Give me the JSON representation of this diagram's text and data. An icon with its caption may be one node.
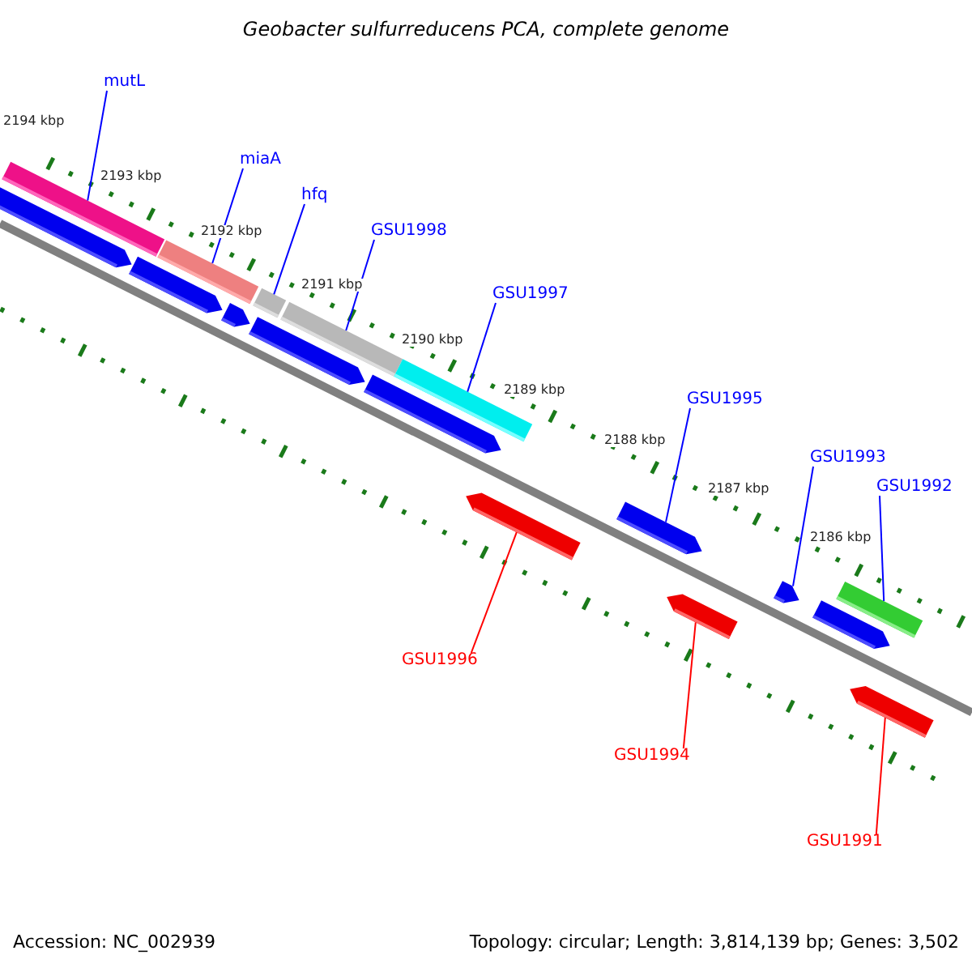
{
  "diagram": {
    "title": "Geobacter sulfurreducens PCA, complete genome",
    "nodes": [
      {
        "text": [
          "mutL"
        ]
      },
      {
        "text": [],
        "shape": "bar"
      },
      {
        "text": [
          "miaA"
        ]
      },
      {
        "text": [],
        "shape": "bar"
      },
      {
        "text": [
          "hfq"
        ]
      },
      {
        "text": [],
        "shape": "bar"
      },
      {
        "text": [
          "GSU1998"
        ]
      },
      {
        "text": [],
        "shape": "bar"
      },
      {
        "text": [
          "GSU1997"
        ]
      },
      {
        "text": [],
        "shape": "bar"
      },
      {
        "text": [
          "GSU1996"
        ]
      },
      {
        "text": [],
        "shape": "bar"
      },
      {
        "text": [
          "GSU1995"
        ]
      },
      {
        "text": [],
        "shape": "bar"
      },
      {
        "text": [
          "GSU1993"
        ]
      },
      {
        "text": [],
        "shape": "bar"
      },
      {
        "text": [
          "GSU1992"
        ]
      },
      {
        "text": [],
        "shape": "bar"
      },
      {
        "text": [
          "GSU1994"
        ]
      },
      {
        "text": [],
        "shape": "bar"
      },
      {
        "text": [
          "GSU1991"
        ]
      },
      {
        "text": [],
        "shape": "bar"
      },
      {
        "text": [],
        "shape": "bar"
      },
      {
        "text": [],
        "shape": "bar"
      },
      {
        "text": [],
        "shape": "bar"
      },
      {
        "text": [],
        "shape": "bar"
      },
      {
        "text": [],
        "shape": "bar"
      },
      {
        "text": [],
        "shape": "bar"
      }
    ],
    "edges": [
      {
        "from": 0,
        "to": 1,
        "arrow": "none"
      },
      {
        "from": 2,
        "to": 3,
        "arrow": "none"
      },
      {
        "from": 4,
        "to": 5,
        "arrow": "none"
      },
      {
        "from": 6,
        "to": 7,
        "arrow": "none"
      },
      {
        "from": 8,
        "to": 9,
        "arrow": "none"
      },
      {
        "from": 10,
        "to": 11,
        "arrow": "none",
        "color": "#ff0000"
      },
      {
        "from": 12,
        "to": 13,
        "arrow": "none"
      },
      {
        "from": 14,
        "to": 15,
        "arrow": "none"
      },
      {
        "from": 16,
        "to": 17,
        "arrow": "none"
      },
      {
        "from": 18,
        "to": 19,
        "arrow": "none",
        "color": "#ff0000"
      },
      {
        "from": 20,
        "to": 21,
        "arrow": "none",
        "color": "#ff0000"
      }
    ],
    "labels": [
      "2194 kbp",
      "2193 kbp",
      "2192 kbp",
      "2191 kbp",
      "2190 kbp",
      "2189 kbp",
      "2188 kbp",
      "2187 kbp",
      "2186 kbp",
      "Accession: NC_002939",
      "Topology: circular; Length: 3,814,139 bp; Genes: 3,502"
    ]
  }
}
